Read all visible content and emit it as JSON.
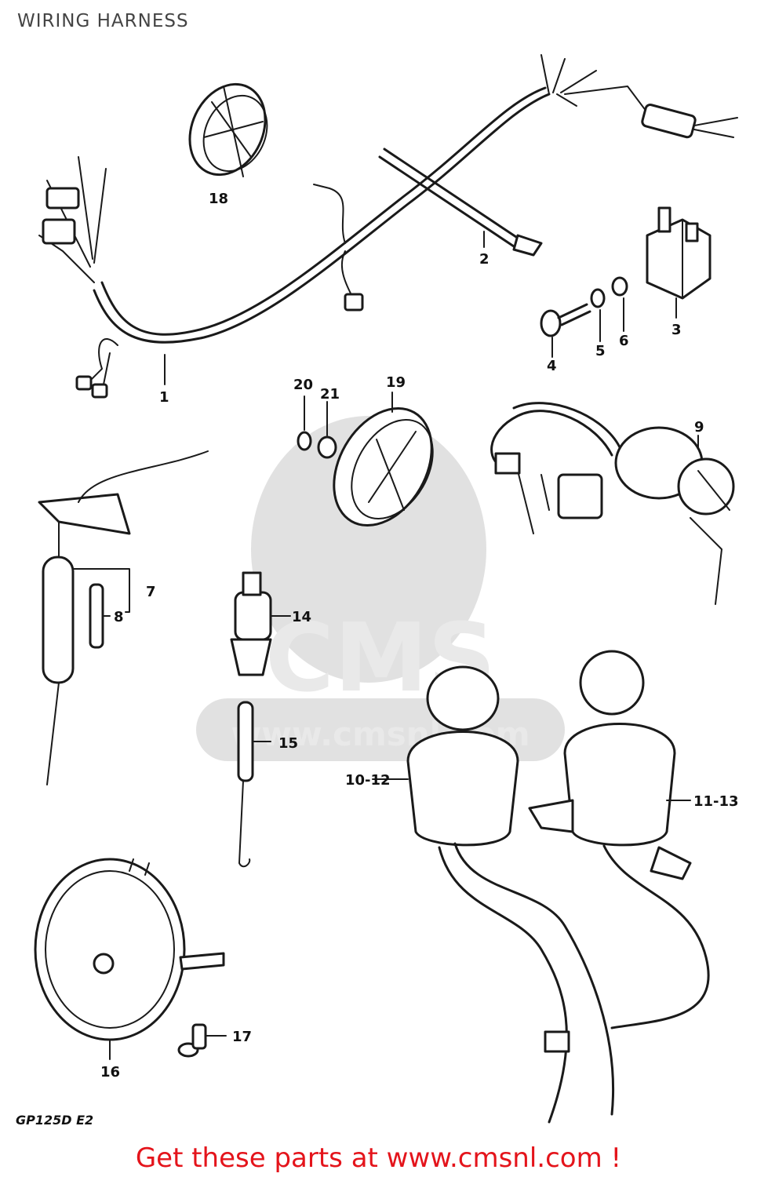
{
  "header": {
    "title": "WIRING HARNESS"
  },
  "watermark": {
    "logo_text": "CMS",
    "url_text": "www.cmsnl.com"
  },
  "callouts": {
    "c1": "1",
    "c2": "2",
    "c3": "3",
    "c4": "4",
    "c5": "5",
    "c6": "6",
    "c7": "7",
    "c8": "8",
    "c9": "9",
    "c10_12": "10-12",
    "c11_13": "11-13",
    "c14": "14",
    "c15": "15",
    "c16": "16",
    "c17": "17",
    "c18": "18",
    "c19": "19",
    "c20": "20",
    "c21": "21"
  },
  "footer": {
    "model_code": "GP125D E2",
    "cta": "Get these parts at www.cmsnl.com !"
  },
  "colors": {
    "cta": "#e4141b",
    "line": "#1a1a1a",
    "title": "#444444"
  }
}
